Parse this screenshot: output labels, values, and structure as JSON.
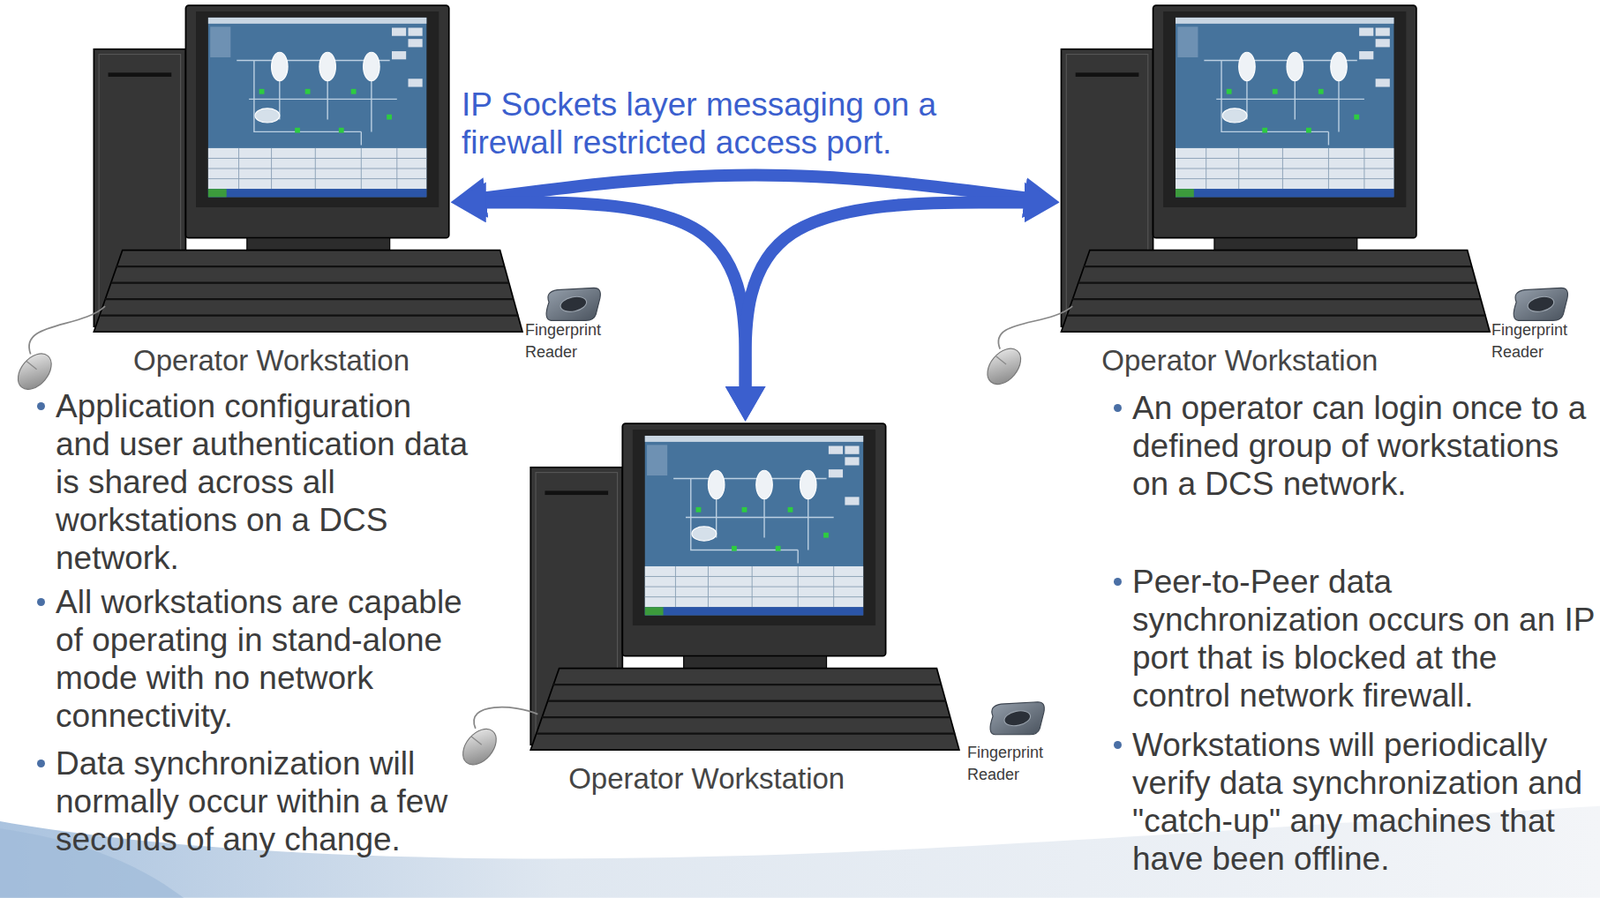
{
  "diagram": {
    "nodes": [
      {
        "text": [
          "Operator Workstation"
        ]
      },
      {
        "text": [
          "Operator Workstation"
        ]
      },
      {
        "text": [
          "Operator Workstation"
        ]
      }
    ],
    "edges": [
      {
        "from": 0,
        "to": 1,
        "arrow": "both",
        "label": "IP Sockets layer messaging on a firewall restricted access port."
      },
      {
        "from": 0,
        "to": 2,
        "arrow": "both"
      },
      {
        "from": 1,
        "to": 2,
        "arrow": "both"
      }
    ],
    "labels": [
      "Fingerprint Reader",
      "Fingerprint Reader",
      "Application configuration and user authentication data is shared across all workstations on a DCS network.",
      "All workstations are capable of operating in stand-alone mode with no network connectivity.",
      "Data synchronization will normally occur within a few seconds of any change.",
      "Fingerprint Reader",
      "An operator can login once to a defined group of workstations on a DCS network.",
      "Peer-to-Peer data synchronization occurs on an IP port that is blocked at the control network firewall.",
      "Workstations will periodically verify data synchronization and \"catch-up\" any machines that have been offline."
    ]
  }
}
